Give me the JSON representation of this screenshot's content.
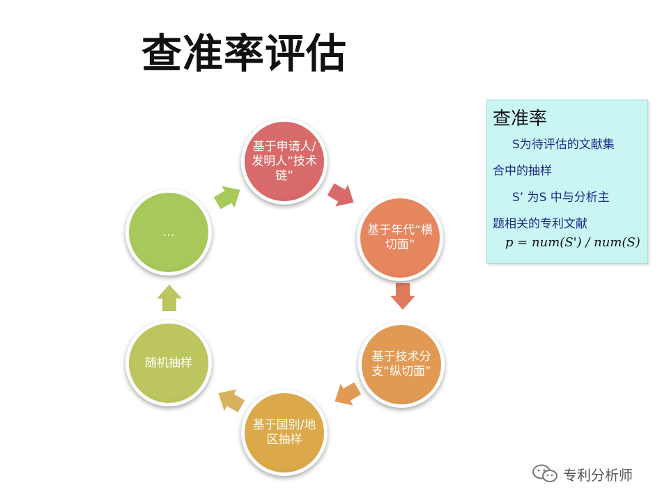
{
  "title": "查准率评估",
  "cycle": {
    "nodes": [
      {
        "label": "基于申请人/发明人“技术链”",
        "color": "#d96a6a"
      },
      {
        "label": "基于年代“横切面”",
        "color": "#e5865f"
      },
      {
        "label": "基于技术分支“纵切面”",
        "color": "#e19a53"
      },
      {
        "label": "基于国别/地区抽样",
        "color": "#dba84a"
      },
      {
        "label": "随机抽样",
        "color": "#bcc55e"
      },
      {
        "label": "…",
        "color": "#a8c85b"
      }
    ],
    "arrow_colors": [
      "#d96a6a",
      "#e07a5c",
      "#e19a53",
      "#d8b25e",
      "#bcc55e",
      "#a6c95a"
    ]
  },
  "infobox": {
    "heading": "查准率",
    "line1": "S为待评估的文献集",
    "line2": "合中的抽样",
    "line3": "S’ 为S 中与分析主",
    "line4": "题相关的专利文献",
    "formula": "p = num(S') / num(S)"
  },
  "watermark": {
    "text": "专利分析师",
    "icon": "wechat-icon"
  }
}
